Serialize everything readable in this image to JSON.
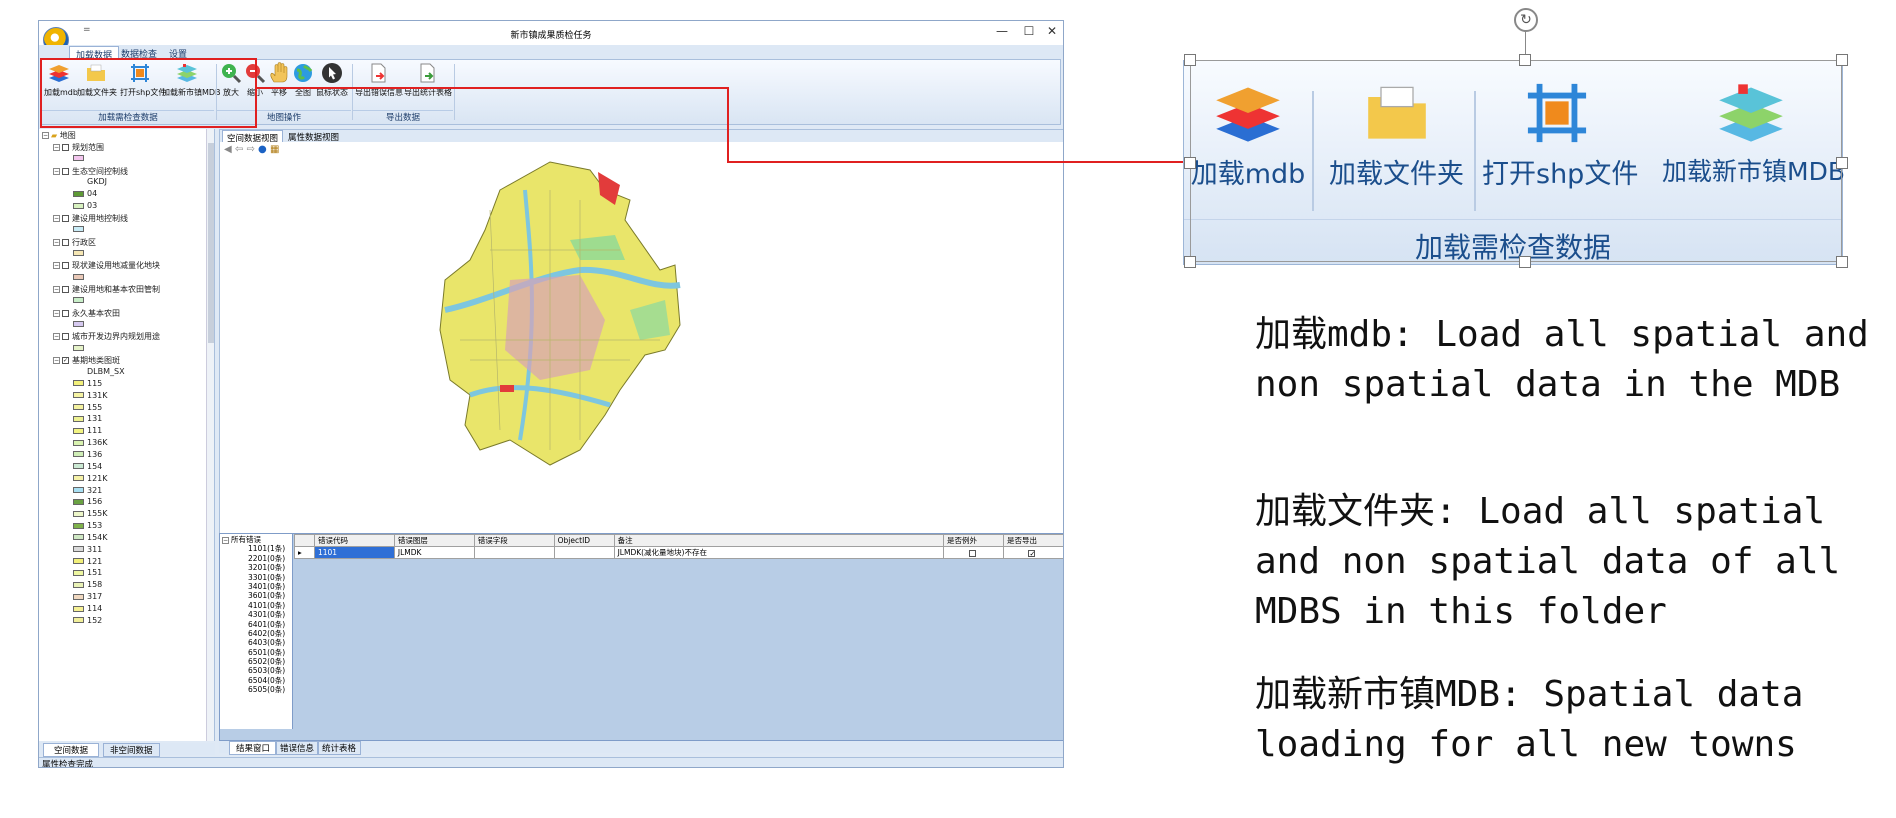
{
  "window": {
    "title": "新市镇成果质检任务",
    "quick_access": "=",
    "controls": [
      "—",
      "☐",
      "✕"
    ]
  },
  "tabs": [
    "加载数据",
    "数据检查",
    "设置"
  ],
  "ribbon": {
    "load_buttons": [
      "加载mdb",
      "加载文件夹",
      "打开shp文件",
      "加载新市镇MDB"
    ],
    "load_group": "加载需检查数据",
    "map_buttons": [
      "放大",
      "缩小",
      "平移",
      "全图",
      "鼠标状态"
    ],
    "map_group": "地图操作",
    "export_buttons": [
      "导出错误信息",
      "导出统计表格"
    ],
    "export_group": "导出数据"
  },
  "tree": {
    "root": "地图",
    "layers": [
      {
        "name": "规划范围",
        "color": "#f3c6ee"
      },
      {
        "name": "生态空间控制线",
        "sub": "GKDJ",
        "items": [
          {
            "name": "04",
            "color": "#5e9a35"
          },
          {
            "name": "03",
            "color": "#d8f2c0"
          }
        ]
      },
      {
        "name": "建设用地控制线",
        "color": "#c9ecf7"
      },
      {
        "name": "行政区",
        "color": "#f6e7b4"
      },
      {
        "name": "现状建设用地减量化地块",
        "color": "#eac9b8"
      },
      {
        "name": "建设用地和基本农田管制",
        "color": "#c9efc9"
      },
      {
        "name": "永久基本农田",
        "color": "#d6c9f0"
      },
      {
        "name": "城市开发边界内规划用途",
        "color": "#e6f3c9"
      },
      {
        "name": "基期地类图斑",
        "sub": "DLBM_SX"
      }
    ],
    "codes": [
      {
        "code": "115",
        "color": "#f2f07a"
      },
      {
        "code": "131K",
        "color": "#f5f3a3"
      },
      {
        "code": "155",
        "color": "#f4f2a0"
      },
      {
        "code": "131",
        "color": "#eef292"
      },
      {
        "code": "111",
        "color": "#f2f482"
      },
      {
        "code": "136K",
        "color": "#d9f3b0"
      },
      {
        "code": "136",
        "color": "#cfeeb6"
      },
      {
        "code": "154",
        "color": "#cbe9d3"
      },
      {
        "code": "121K",
        "color": "#f6f2a8"
      },
      {
        "code": "321",
        "color": "#a8dff3"
      },
      {
        "code": "156",
        "color": "#6aa243"
      },
      {
        "code": "155K",
        "color": "#edf7c9"
      },
      {
        "code": "153",
        "color": "#7fb24b"
      },
      {
        "code": "154K",
        "color": "#cfe8c4"
      },
      {
        "code": "311",
        "color": "#dadada"
      },
      {
        "code": "121",
        "color": "#f2f07a"
      },
      {
        "code": "151",
        "color": "#eef7a1"
      },
      {
        "code": "158",
        "color": "#e9f2b6"
      },
      {
        "code": "317",
        "color": "#f0d8c0"
      },
      {
        "code": "114",
        "color": "#f6f194"
      },
      {
        "code": "152",
        "color": "#f1ef9a"
      }
    ]
  },
  "left_tabs": [
    "空间数据",
    "非空间数据"
  ],
  "map_tabs": [
    "空间数据视图",
    "属性数据视图"
  ],
  "error_tree": {
    "root": "所有错误",
    "items": [
      "1101(1条)",
      "2201(0条)",
      "3201(0条)",
      "3301(0条)",
      "3401(0条)",
      "3601(0条)",
      "4101(0条)",
      "4301(0条)",
      "6401(0条)",
      "6402(0条)",
      "6403(0条)",
      "6501(0条)",
      "6502(0条)",
      "6503(0条)",
      "6504(0条)",
      "6505(0条)"
    ]
  },
  "error_table": {
    "headers": [
      "错误代码",
      "错误图层",
      "错误字段",
      "ObjectID",
      "备注",
      "是否例外",
      "是否导出"
    ],
    "rows": [
      [
        "1101",
        "JLMDK",
        "",
        "",
        "JLMDK(减化量地块)不存在",
        "",
        "✓"
      ]
    ]
  },
  "bottom_tabs": [
    "结果窗口",
    "错误信息",
    "统计表格"
  ],
  "status": "属性检查完成",
  "zoomed": {
    "buttons": [
      "加载mdb",
      "加载文件夹",
      "打开shp文件",
      "加载新市镇MDB"
    ],
    "group": "加载需检查数据"
  },
  "descriptions": [
    "加载mdb: Load all spatial and non spatial data in the MDB",
    "加载文件夹: Load all spatial and non spatial data of all MDBS in this folder",
    "加载新市镇MDB: Spatial data loading for all new towns"
  ]
}
